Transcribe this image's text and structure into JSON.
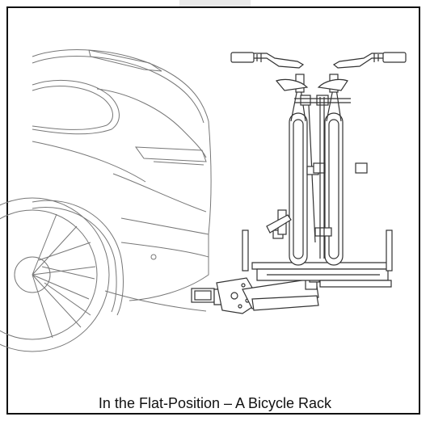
{
  "figure": {
    "caption": "In the Flat-Position – A Bicycle Rack"
  },
  "colors": {
    "frame_border": "#111111",
    "line_art": "#333333",
    "car_lines": "#777777",
    "background": "#ffffff"
  },
  "illustration": {
    "subjects": [
      "car-rear",
      "hitch-mount",
      "bicycle-rack",
      "bicycle-1",
      "bicycle-2"
    ]
  }
}
